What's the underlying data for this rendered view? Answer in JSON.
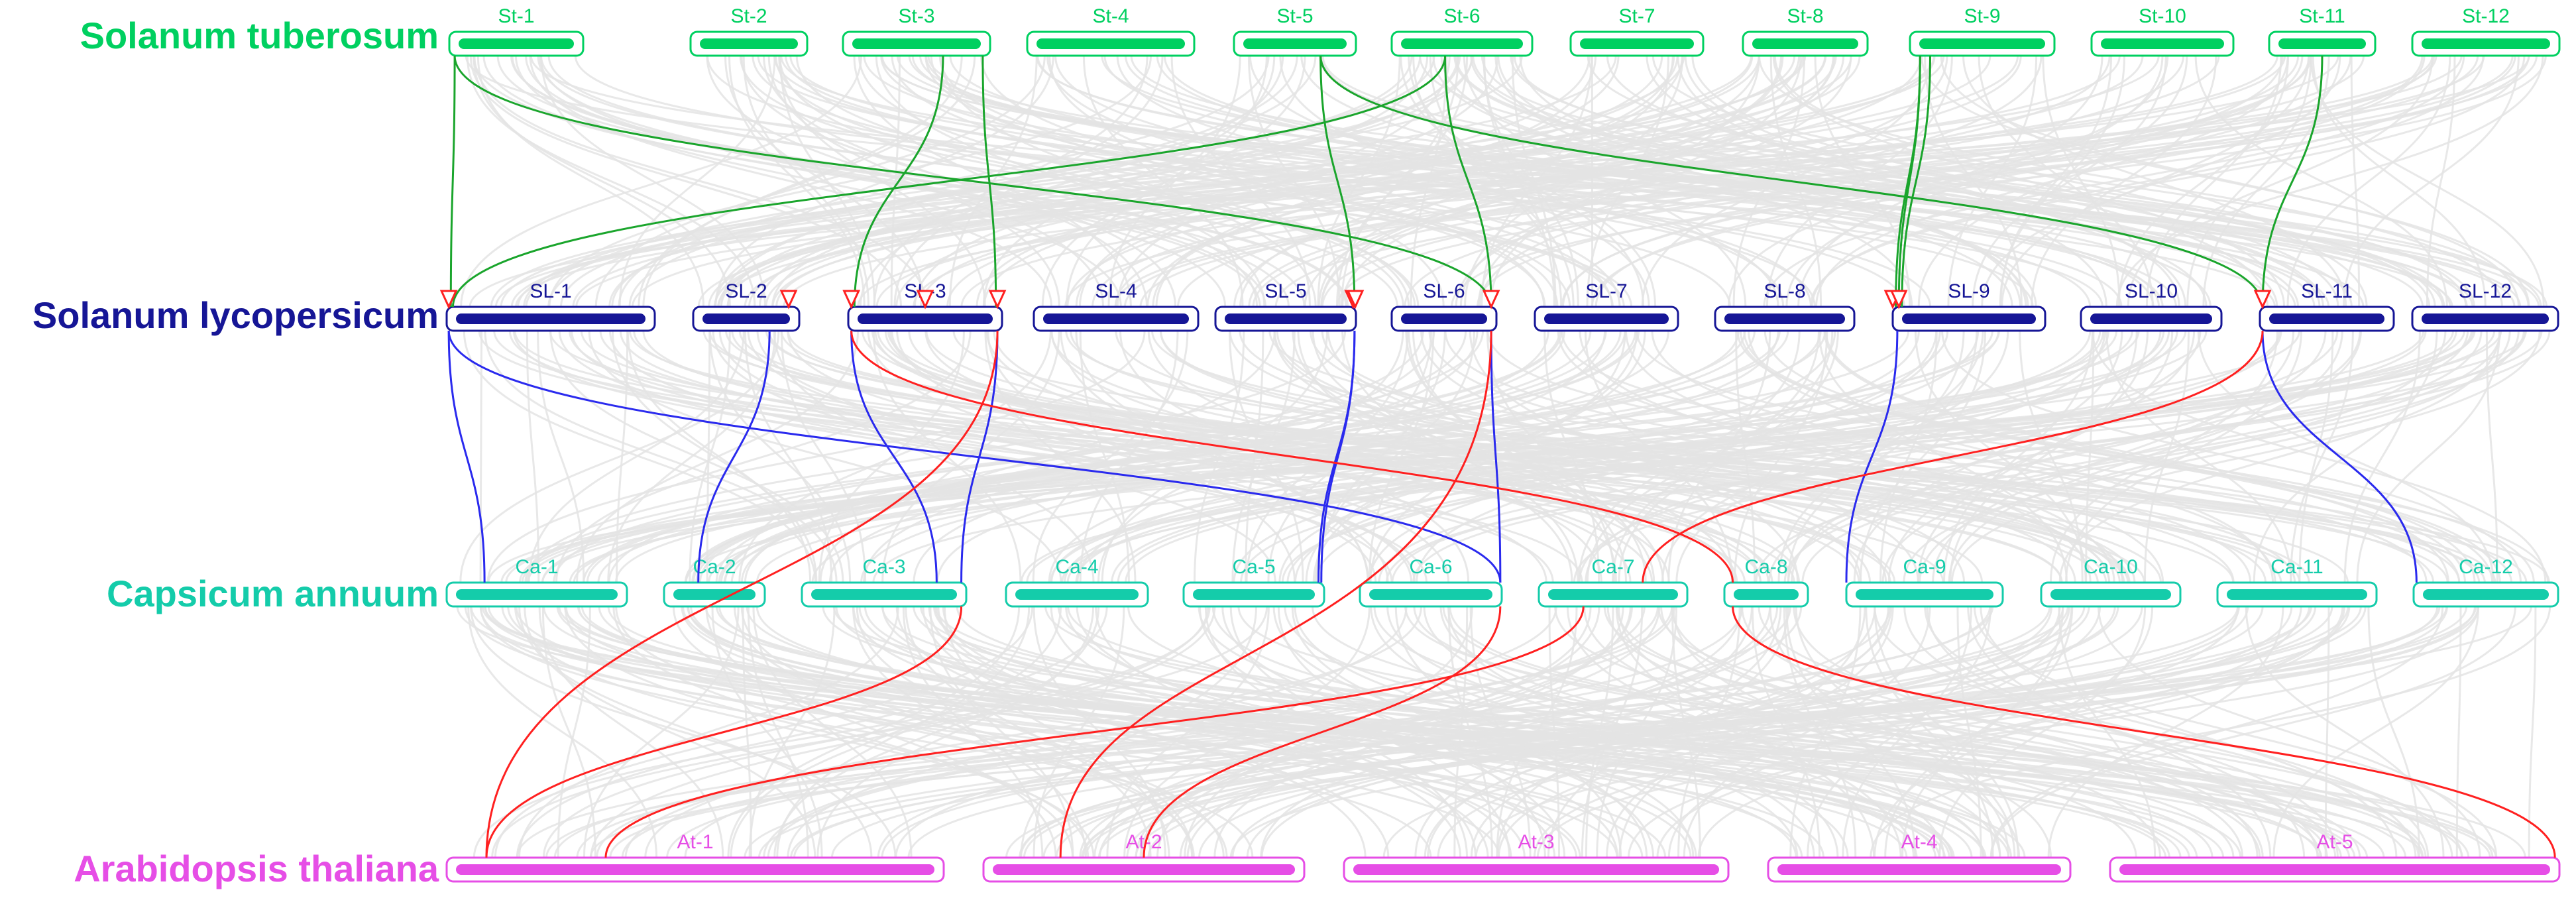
{
  "colors": {
    "background_links": "#e4e4e4",
    "st": "#00d060",
    "sl": "#161696",
    "ca": "#14ccaa",
    "at": "#e64ee6",
    "link_st": "#1aa52c",
    "link_sl": "#2a2aee",
    "link_red": "#ff2020",
    "marker": "#ff2020"
  },
  "tracks": [
    {
      "id": "st",
      "species": "Solanum tuberosum",
      "color_key": "st",
      "chromosomes": [
        "St-1",
        "St-2",
        "St-3",
        "St-4",
        "St-5",
        "St-6",
        "St-7",
        "St-8",
        "St-9",
        "St-10",
        "St-11",
        "St-12"
      ]
    },
    {
      "id": "sl",
      "species": "Solanum lycopersicum",
      "color_key": "sl",
      "chromosomes": [
        "SL-1",
        "SL-2",
        "SL-3",
        "SL-4",
        "SL-5",
        "SL-6",
        "SL-7",
        "SL-8",
        "SL-9",
        "SL-10",
        "SL-11",
        "SL-12"
      ]
    },
    {
      "id": "ca",
      "species": "Capsicum annuum",
      "color_key": "ca",
      "chromosomes": [
        "Ca-1",
        "Ca-2",
        "Ca-3",
        "Ca-4",
        "Ca-5",
        "Ca-6",
        "Ca-7",
        "Ca-8",
        "Ca-9",
        "Ca-10",
        "Ca-11",
        "Ca-12"
      ]
    },
    {
      "id": "at",
      "species": "Arabidopsis thaliana",
      "color_key": "at",
      "chromosomes": [
        "At-1",
        "At-2",
        "At-3",
        "At-4",
        "At-5"
      ]
    }
  ]
}
